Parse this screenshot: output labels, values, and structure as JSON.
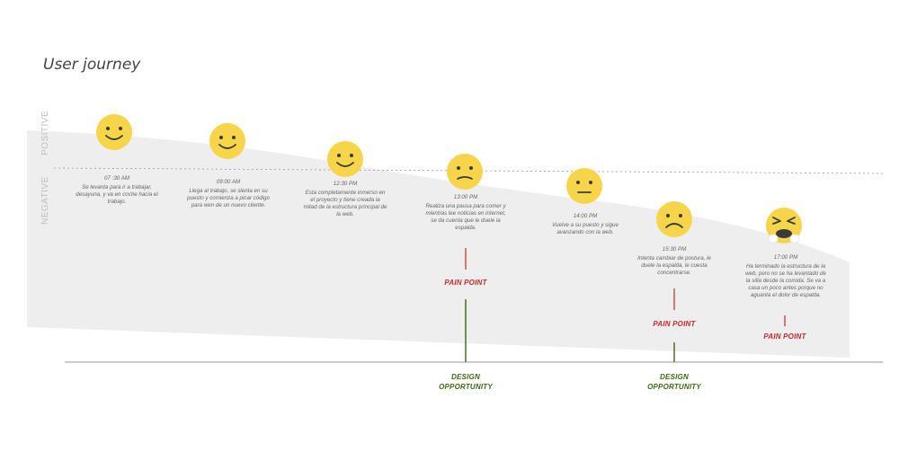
{
  "title": "User journey",
  "axis": {
    "positive": "POSITIVE",
    "negative": "NEGATIVE"
  },
  "steps": [
    {
      "time": "07 :30 AM",
      "text": "Se levanta para ir a trabajar, desayuna, y va en coche hacia el trabajo.",
      "mood": "happy"
    },
    {
      "time": "09:00 AM",
      "text": "Llega al trabajo, se sienta en su puesto y comienza a picar código para wen de un nuevo cliente.",
      "mood": "happy"
    },
    {
      "time": "12:30 PM",
      "text": "Esta completamente inmerso en el proyecto y tiene creada la mitad de la estructura principal de la web.",
      "mood": "happy"
    },
    {
      "time": "13:00 PM",
      "text": "Realiza una pausa para comer y mientras lee noticias en internet, se da cuenta que le duele la espalda.",
      "mood": "slightly-sad"
    },
    {
      "time": "14:00 PM",
      "text": "Vuelve a su puesto y sigue avanzando con la web.",
      "mood": "neutral"
    },
    {
      "time": "15:30 PM",
      "text": "Intenta cambiar de postura, le duele la espalda, le cuesta concentrarse.",
      "mood": "sad"
    },
    {
      "time": "17:00 PM",
      "text": "Ha terminado la estructura de la web, pero no se ha levantado de la silla desde la comida. Se va a casa un poco antes porque no aguanta el dolor de espalda.",
      "mood": "pain"
    }
  ],
  "pain_points": [
    "PAIN POINT",
    "PAIN POINT",
    "PAIN POINT"
  ],
  "design_opportunities": [
    {
      "line1": "DESIGN",
      "line2": "OPPORTUNITY"
    },
    {
      "line1": "DESIGN",
      "line2": "OPPORTUNITY"
    }
  ],
  "colors": {
    "face": "#f7d54a",
    "pain": "#c62828",
    "design": "#3a6b12",
    "band": "#eeeeee"
  }
}
